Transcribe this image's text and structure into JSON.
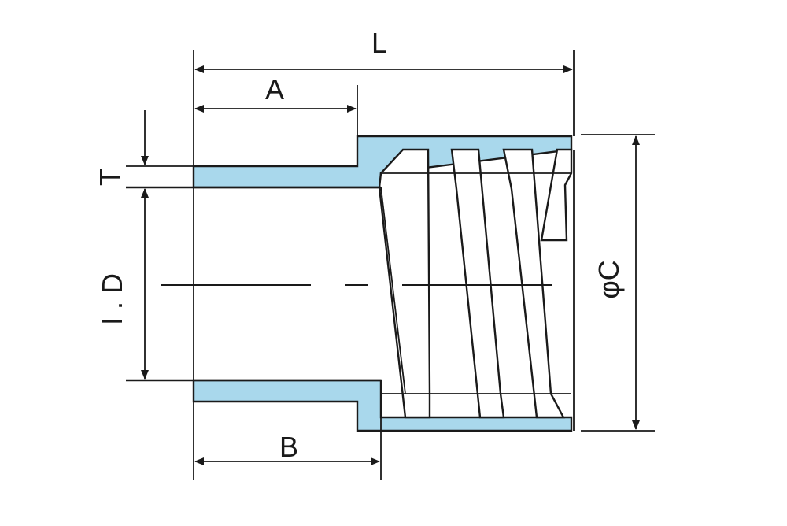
{
  "labels": {
    "L": "L",
    "A": "A",
    "B": "B",
    "T": "T",
    "ID": "I . D",
    "C": "φC"
  },
  "colors": {
    "wall_fill": "#a9d8ec",
    "line": "#1a1a1a",
    "background": "#ffffff"
  }
}
